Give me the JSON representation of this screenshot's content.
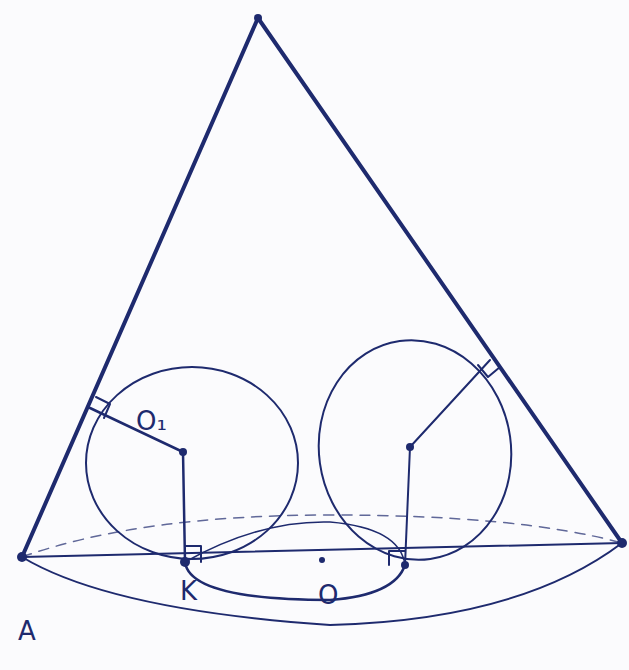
{
  "diagram": {
    "labels": [
      "O₁",
      "K",
      "O",
      "A"
    ]
  }
}
